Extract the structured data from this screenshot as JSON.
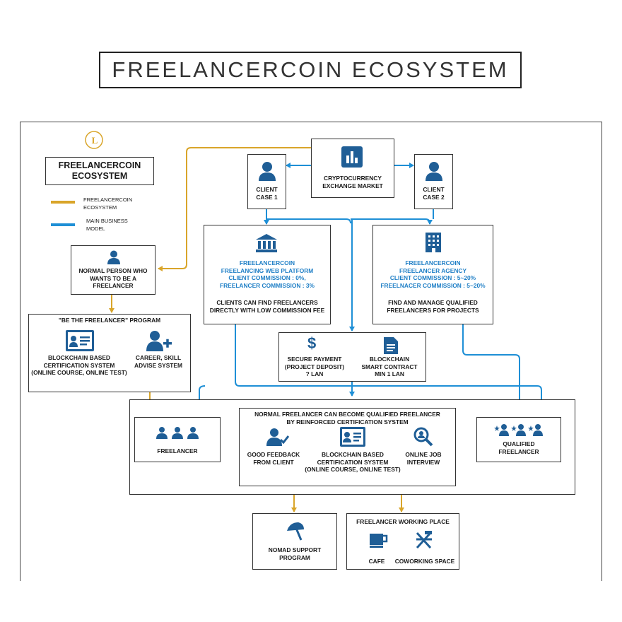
{
  "title": "FREELANCERCOIN ECOSYSTEM",
  "legend": {
    "title": [
      "FREELANCERCOIN",
      "ECOSYSTEM"
    ],
    "ecosystem": [
      "FREELANCERCOIN",
      "ECOSYSTEM"
    ],
    "business": [
      "MAIN BUSINESS",
      "MODEL"
    ]
  },
  "exchange": [
    "CRYPTOCURRENCY",
    "EXCHANGE MARKET"
  ],
  "client1": [
    "CLIENT",
    "CASE 1"
  ],
  "client2": [
    "CLIENT",
    "CASE 2"
  ],
  "platform": {
    "name": [
      "FREELANCERCOIN",
      "FREELANCING WEB PLATFORM",
      "CLIENT COMMISSION : 0%,",
      "FREELANCER COMMISSION : 3%"
    ],
    "desc": [
      "CLIENTS CAN FIND FREELANCERS",
      "DIRECTLY WITH LOW COMMISSION FEE"
    ]
  },
  "agency": {
    "name": [
      "FREELANCERCOIN",
      "FREELANCER AGENCY",
      "CLIENT COMMISSION : 5~20%",
      "FREELNACER COMMISSION : 5~20%"
    ],
    "desc": [
      "FIND AND MANAGE QUALIFIED",
      "FREELANCERS FOR PROJECTS"
    ]
  },
  "normal_person": [
    "NORMAL PERSON WHO",
    "WANTS TO BE A",
    "FREELANCER"
  ],
  "program": {
    "title": "\"BE THE FREELANCER\" PROGRAM",
    "cert": [
      "BLOCKCHAIN BASED",
      "CERTIFICATION SYSTEM",
      "(ONLINE COURSE, ONLINE TEST)"
    ],
    "career": [
      "CAREER, SKILL",
      "ADVISE SYSTEM"
    ]
  },
  "payment": {
    "secure": [
      "SECURE PAYMENT",
      "(PROJECT DEPOSIT)",
      "? LAN"
    ],
    "contract": [
      "BLOCKCHAIN",
      "SMART  CONTRACT",
      "MIN 1 LAN"
    ]
  },
  "freelancer": "FREELANCER",
  "reinforce": {
    "title": [
      "NORMAL FREELANCER CAN BECOME QUALIFIED FREELANCER",
      "BY REINFORCED CERTIFICATION SYSTEM"
    ],
    "feedback": [
      "GOOD FEEDBACK",
      "FROM CLIENT"
    ],
    "cert": [
      "BLOCKCHAIN BASED",
      "CERTIFICATION SYSTEM",
      "(ONLINE COURSE, ONLINE TEST)"
    ],
    "interview": [
      "ONLINE JOB",
      "INTERVIEW"
    ]
  },
  "qualified": [
    "QUALIFIED",
    "FREELANCER"
  ],
  "nomad": [
    "NOMAD SUPPORT",
    "PROGRAM"
  ],
  "working": {
    "title": "FREELANCER WORKING PLACE",
    "cafe": "CAFE",
    "cowork": "COWORKING SPACE"
  },
  "colors": {
    "ecosystem": "#d9a52a",
    "business": "#1e8fd6",
    "icon": "#1f5e96"
  },
  "coin_glyph": "L"
}
